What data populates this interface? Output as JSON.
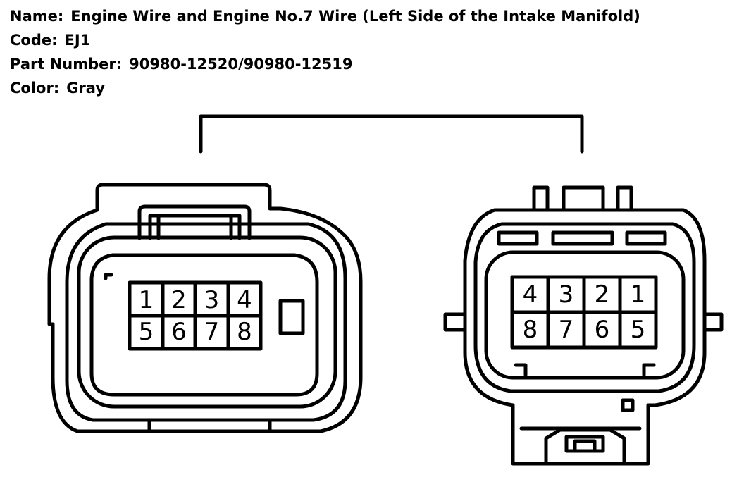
{
  "info": {
    "name_label": "Name:",
    "name_value": "Engine Wire and Engine No.7 Wire (Left Side of the Intake Manifold)",
    "code_label": "Code:",
    "code_value": "EJ1",
    "part_label": "Part Number:",
    "part_value": "90980-12520/90980-12519",
    "color_label": "Color:",
    "color_value": "Gray"
  },
  "connectors": {
    "left": {
      "row1": [
        "1",
        "2",
        "3",
        "4"
      ],
      "row2": [
        "5",
        "6",
        "7",
        "8"
      ]
    },
    "right": {
      "row1": [
        "4",
        "3",
        "2",
        "1"
      ],
      "row2": [
        "8",
        "7",
        "6",
        "5"
      ]
    }
  },
  "colors": {
    "line": "#000000",
    "background": "#ffffff"
  }
}
